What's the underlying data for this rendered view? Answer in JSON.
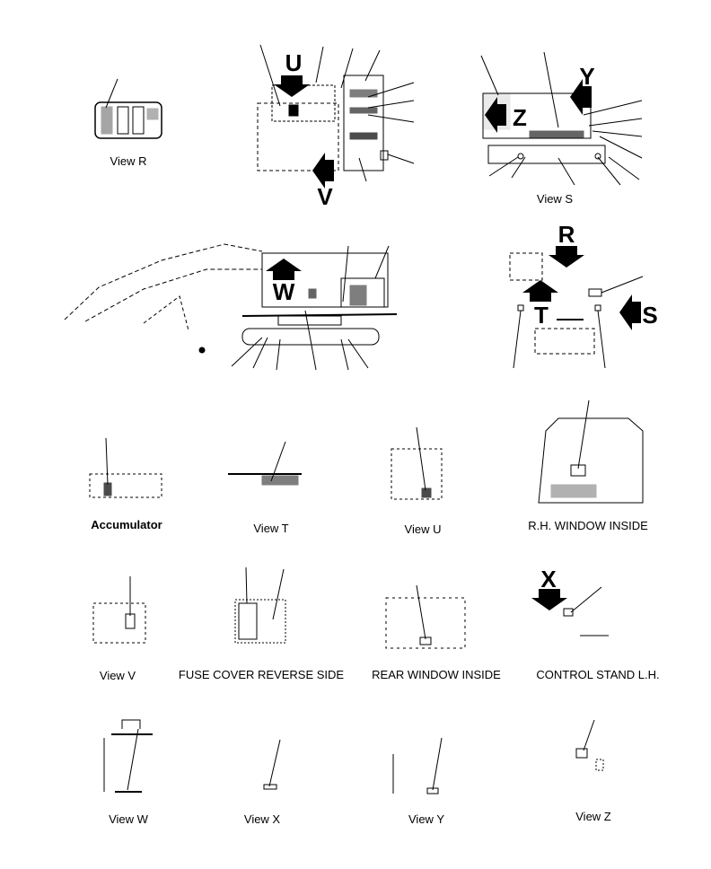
{
  "colors": {
    "ink": "#000000",
    "paper": "#ffffff"
  },
  "letters": {
    "U": "U",
    "V": "V",
    "Y": "Y",
    "Z": "Z",
    "R": "R",
    "S": "S",
    "T": "T",
    "W": "W",
    "X": "X"
  },
  "captions": {
    "view_r": "View R",
    "view_s": "View S",
    "accumulator": "Accumulator",
    "view_t": "View T",
    "view_u": "View U",
    "rh_window": "R.H. WINDOW INSIDE",
    "view_v": "View V",
    "fuse_cover": "FUSE COVER REVERSE SIDE",
    "rear_window": "REAR WINDOW INSIDE",
    "control_stand": "CONTROL STAND L.H.",
    "view_w": "View W",
    "view_x": "View X",
    "view_y": "View Y",
    "view_z": "View Z"
  },
  "icons": {
    "direction_arrow": "filled-block-arrow"
  }
}
